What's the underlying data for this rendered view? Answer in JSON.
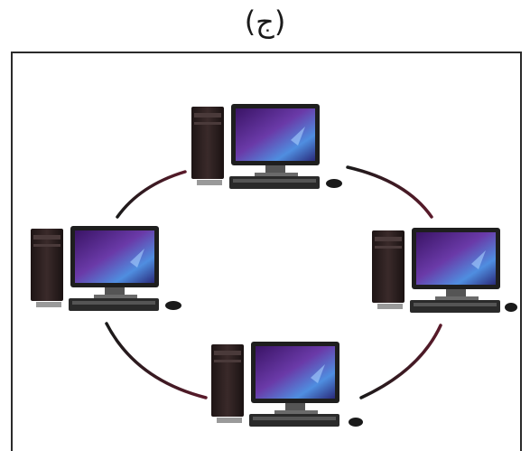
{
  "caption": "(ج)",
  "diagram": {
    "type": "ring-network",
    "node_count": 4,
    "node_icon": "desktop-computer-icon",
    "colors": {
      "ring_link": "#1c1c1c",
      "ring_link_accent": "#5a1a2a",
      "tower": "#2a1e1e",
      "screen_dark": "#3a1a6a",
      "screen_light": "#5aa0e8",
      "keyboard": "#2a2a2a"
    }
  }
}
